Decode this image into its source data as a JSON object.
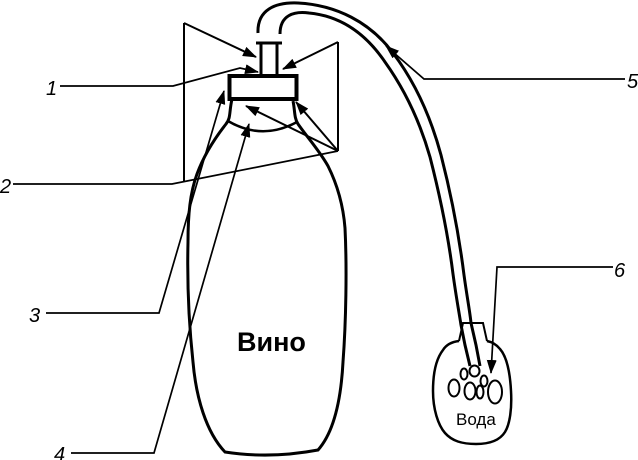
{
  "diagram": {
    "background_color": "#ffffff",
    "line_color": "#000000",
    "wine_bottle": {
      "label": "Вино"
    },
    "water_bottle": {
      "label": "Вода"
    },
    "callouts": [
      {
        "number": "1"
      },
      {
        "number": "2"
      },
      {
        "number": "3"
      },
      {
        "number": "4"
      },
      {
        "number": "5"
      },
      {
        "number": "6"
      }
    ]
  }
}
